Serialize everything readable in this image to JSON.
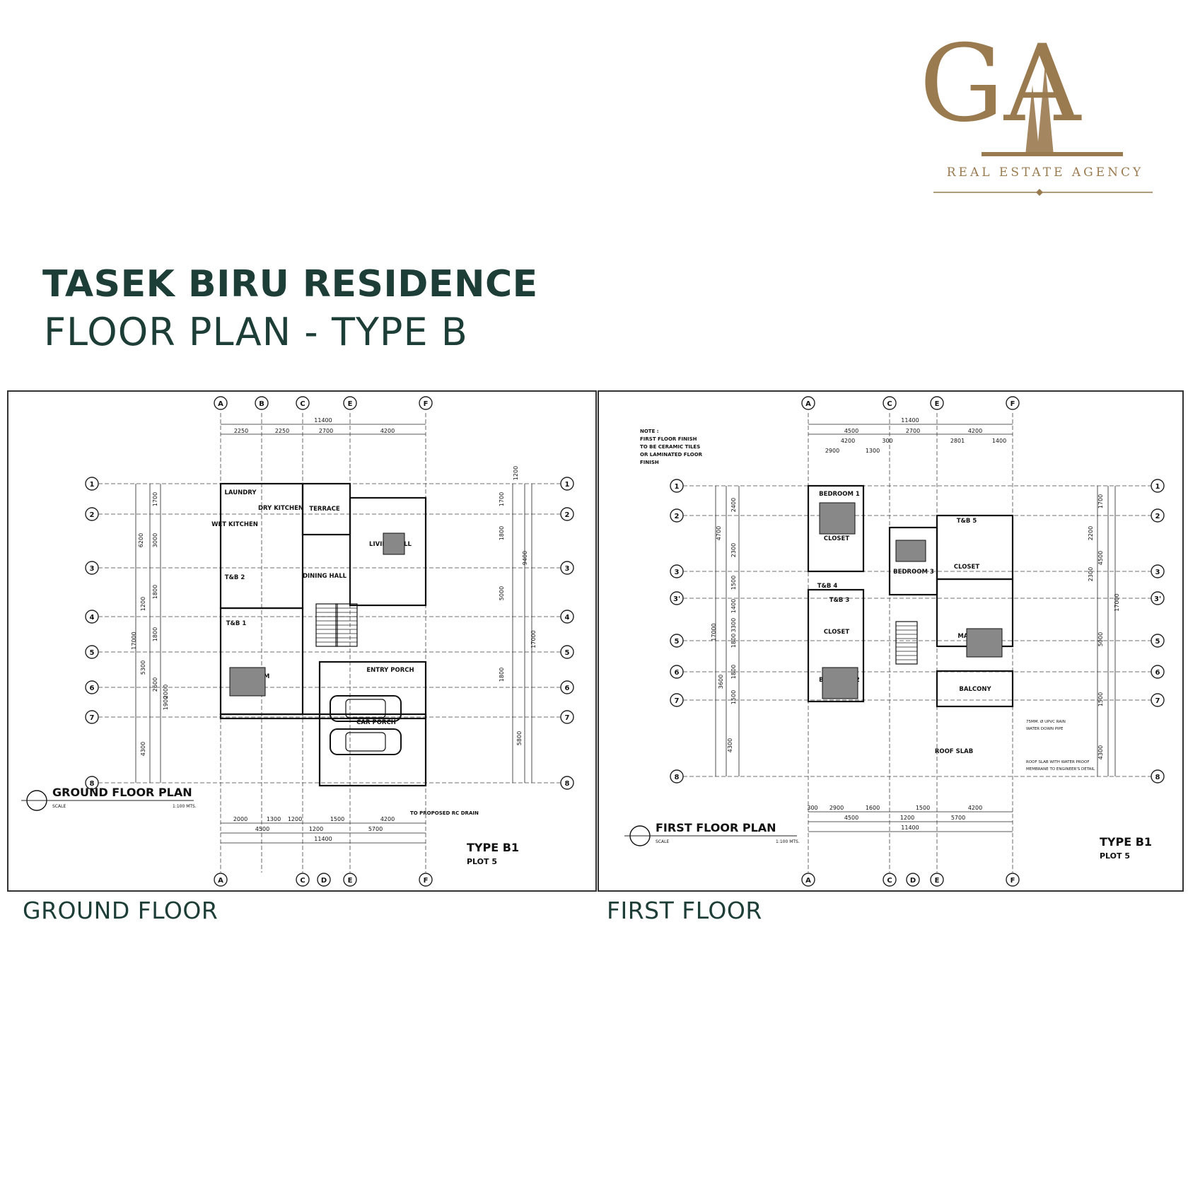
{
  "brand": {
    "monogram": "GA",
    "name": "REAL ESTATE AGENCY",
    "gold": "#9a7a4f"
  },
  "header": {
    "title": "TASEK BIRU RESIDENCE",
    "subtitle": "FLOOR PLAN - TYPE B",
    "color": "#1d3d37"
  },
  "ground": {
    "plan_title": "GROUND FLOOR  PLAN",
    "scale_label": "SCALE",
    "scale": "1:100 MTS.",
    "type": "TYPE B1",
    "plot": "PLOT 5",
    "caption": "GROUND FLOOR",
    "grid_cols_top": [
      "A",
      "B",
      "C",
      "E",
      "F"
    ],
    "grid_cols_bottom": [
      "A",
      "C",
      "D",
      "E",
      "F"
    ],
    "grid_rows": [
      "1",
      "2",
      "3",
      "4",
      "5",
      "6",
      "7",
      "8"
    ],
    "dims_top": [
      "11400",
      "2250",
      "2250",
      "2700",
      "4200"
    ],
    "dims_bottom": [
      "2000",
      "1300",
      "1200",
      "1500",
      "4200",
      "4500",
      "1200",
      "5700",
      "11400"
    ],
    "dims_left": [
      "6200",
      "1700",
      "3000",
      "1800",
      "1200",
      "17000",
      "1800",
      "5300",
      "2600",
      "2000",
      "1900",
      "4300"
    ],
    "dims_right": [
      "1200",
      "1700",
      "1800",
      "9400",
      "5000",
      "17000",
      "1800",
      "5800"
    ],
    "rooms": [
      "LAUNDRY",
      "DRY KITCHEN",
      "TERRACE",
      "LIVING HALL",
      "WET KITCHEN",
      "DINING HALL",
      "T&B 2",
      "T&B 1",
      "ENTRY PORCH",
      "BEDROOM",
      "CAR PORCH"
    ],
    "note": "TO PROPOSED RC DRAIN"
  },
  "first": {
    "plan_title": "FIRST FLOOR  PLAN",
    "scale_label": "SCALE",
    "scale": "1:100 MTS.",
    "type": "TYPE B1",
    "plot": "PLOT 5",
    "caption": "FIRST FLOOR",
    "grid_cols_top": [
      "A",
      "C",
      "E",
      "F"
    ],
    "grid_cols_bottom": [
      "A",
      "C",
      "D",
      "E",
      "F"
    ],
    "grid_rows": [
      "1",
      "2",
      "3",
      "3'",
      "5",
      "6",
      "7",
      "8"
    ],
    "dims_top": [
      "11400",
      "4500",
      "2700",
      "4200",
      "4200",
      "300",
      "2801",
      "1400",
      "2900",
      "1300"
    ],
    "dims_bottom": [
      "300",
      "2900",
      "1600",
      "1500",
      "4200",
      "4500",
      "1200",
      "5700",
      "11400"
    ],
    "dims_left": [
      "4700",
      "2400",
      "2300",
      "1500",
      "17000",
      "3300",
      "1400",
      "1800",
      "3600",
      "1800",
      "1500",
      "4300"
    ],
    "dims_right": [
      "1700",
      "2200",
      "4500",
      "2300",
      "17000",
      "5000",
      "1500",
      "4300"
    ],
    "rooms": [
      "BEDROOM 1",
      "CLOSET",
      "T&B 5",
      "BEDROOM 3",
      "CLOSET",
      "T&B 4",
      "T&B 3",
      "CLOSET",
      "MASTER",
      "BEDROOM 2",
      "BALCONY",
      "ROOF SLAB"
    ],
    "note": "NOTE :\nFIRST FLOOR FINISH\nTO BE CERAMIC TILES\nOR LAMINATED FLOOR\nFINISH",
    "pipe_note": "75MM. Ø UPVC RAIN\nWATER DOWN PIPE",
    "slab_note": "ROOF SLAB  WITH WATER PROOF\nMEMBRANE TO ENGINEER'S DETAIL"
  }
}
